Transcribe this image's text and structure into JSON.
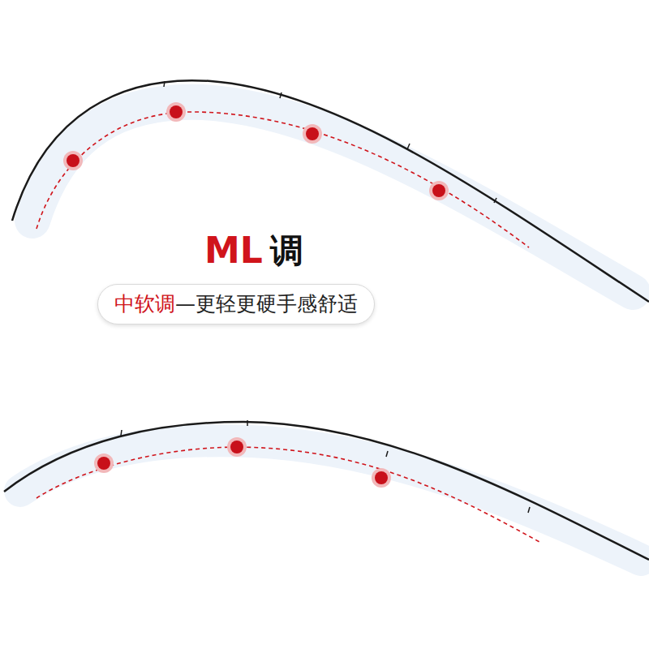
{
  "diagram": {
    "nodes": [
      {
        "text": [
          "中软调",
          "—更轻更硬手感舒适"
        ]
      }
    ],
    "labels": [
      "ML",
      "调"
    ]
  }
}
